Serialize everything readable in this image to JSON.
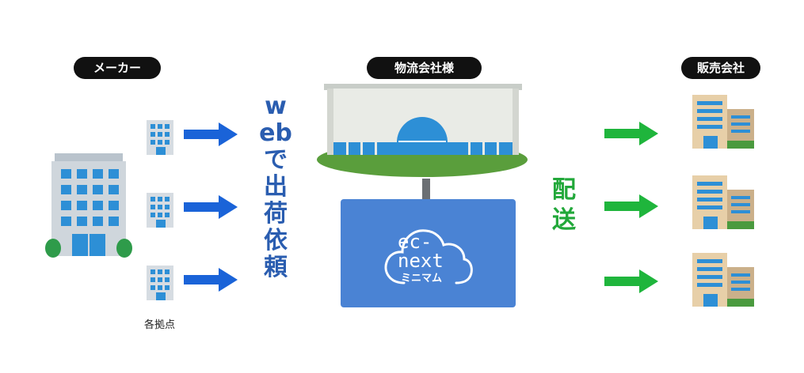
{
  "labels": {
    "maker": "メーカー",
    "logistics": "物流会社様",
    "sales": "販売会社",
    "branches": "各拠点",
    "web_request": "webで出荷依頼",
    "delivery": "配送"
  },
  "logo": {
    "line1": "ec-",
    "line2": "next",
    "line3": "ミニマム"
  },
  "colors": {
    "arrow_blue": "#1a63d8",
    "arrow_green": "#1fb53c",
    "box_blue": "#4a83d4",
    "text_blue": "#2a5db0",
    "text_green": "#22a83a"
  }
}
